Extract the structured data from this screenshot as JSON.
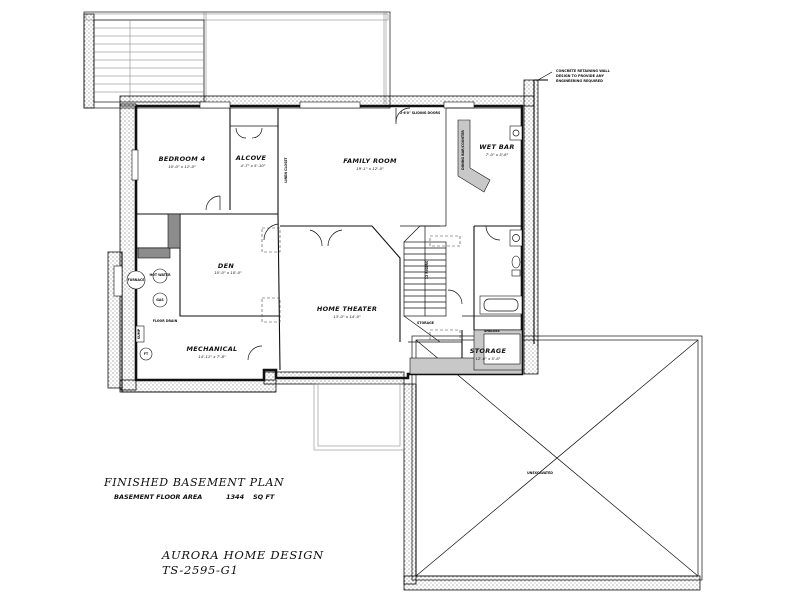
{
  "rooms": {
    "bedroom": {
      "name": "BEDROOM  4",
      "dims": "10'-0\" x 11'-0\""
    },
    "alcove": {
      "name": "ALCOVE",
      "dims": "4'-7\" x 5'-10\""
    },
    "family": {
      "name": "FAMILY ROOM",
      "dims": "19'-1\" x 12'-0\""
    },
    "wetbar": {
      "name": "WET BAR",
      "dims": "7'-0\" x 5'-6\""
    },
    "den": {
      "name": "DEN",
      "dims": "10'-0\" x 10'-0\""
    },
    "theater": {
      "name": "HOME THEATER",
      "dims": "13'-0\" x 14'-0\""
    },
    "mechanical": {
      "name": "MECHANICAL",
      "dims": "14'-11\" x 7'-8\""
    },
    "storage": {
      "name": "STORAGE",
      "dims": "12'-0\" x 5'-6\""
    },
    "unexcavated": {
      "name": "UNEXCAVATED"
    }
  },
  "labels": {
    "linen_closet": "LINEN CLOSET",
    "sliding_doors": "2-6'0\" SLIDING DOORS",
    "shelves": "SHELVES",
    "storage_small": "STORAGE",
    "dining_bar": "DINING BAR/COUNTER",
    "stair_dims": "12 RISERS",
    "retaining_note_1": "CONCRETE RETAINING WALL",
    "retaining_note_2": "DESIGN TO PROVIDE ANY",
    "retaining_note_3": "ENGINEERING REQUIRED",
    "mech_hwt": "HOT WATER",
    "mech_furnace": "FURNACE",
    "mech_sump": "SUMP",
    "mech_gas": "GAS",
    "mech_floor_drain": "FLOOR DRAIN",
    "mech_ft": "FT"
  },
  "title": {
    "main": "FINISHED  BASEMENT  PLAN",
    "area_label": "BASEMENT  FLOOR  AREA",
    "area_value": "1344",
    "area_unit": "SQ  FT"
  },
  "brand": {
    "name": "AURORA  HOME  DESIGN",
    "plan_number": "TS-2595-G1"
  }
}
